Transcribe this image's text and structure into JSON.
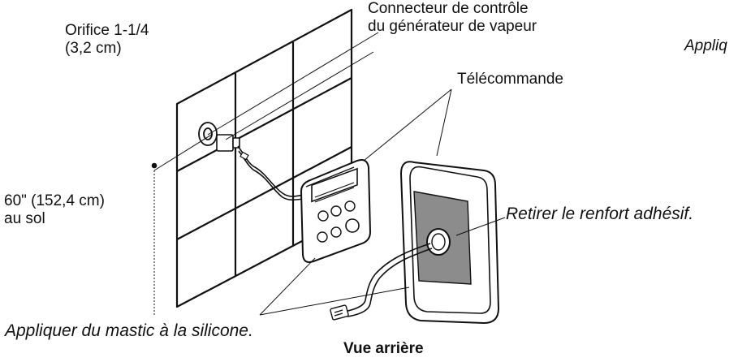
{
  "labels": {
    "orifice_line1": "Orifice 1-1/4",
    "orifice_line2": "(3,2 cm)",
    "connector_line1": "Connecteur de contrôle",
    "connector_line2": "du générateur de vapeur",
    "applique_partial": "Appliq",
    "remote": "Télécommande",
    "height_line1": "60\" (152,4 cm)",
    "height_line2": "au sol",
    "remove_adhesive": "Retirer le renfort adhésif.",
    "apply_silicone": "Appliquer du mastic à la silicone.",
    "rear_view": "Vue arrière"
  }
}
